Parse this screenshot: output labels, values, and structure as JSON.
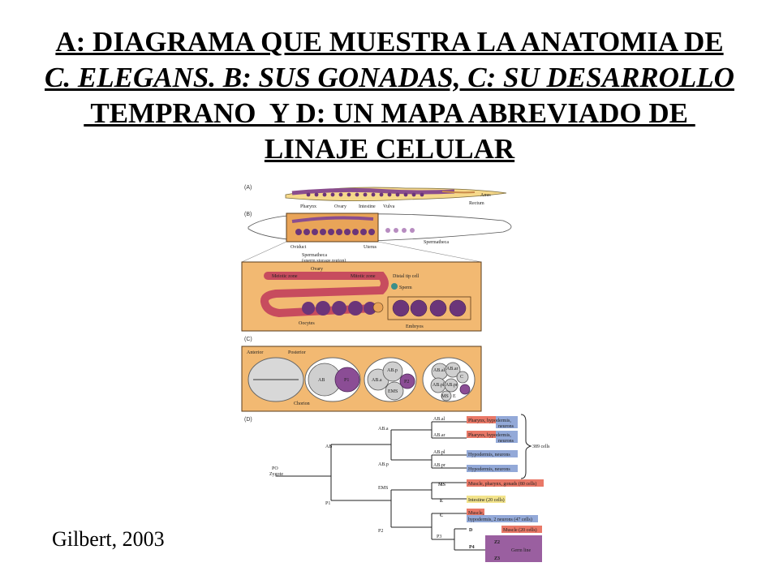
{
  "title": {
    "line1": "A: DIAGRAMA QUE MUESTRA LA ANATOMIA DE",
    "line2": "C. ELEGANS. B: SUS GONADAS, C: SU DESARROLLO",
    "line3": " TEMPRANO  Y D: UN MAPA ABREVIADO DE ",
    "line4": "LINAJE CELULAR"
  },
  "credit": "Gilbert, 2003",
  "panel_a": {
    "tag": "(A)",
    "labels": [
      "Pharynx",
      "Ovary",
      "Intestine",
      "Vulva",
      "Anus",
      "Rectum"
    ]
  },
  "panel_b": {
    "tag": "(B)",
    "labels": [
      "Oviduct",
      "Uterus",
      "Spermatheca",
      "Spermatheca",
      "(sperm storage region)"
    ],
    "detail_labels": [
      "Ovary",
      "Meiotic zone",
      "Mitotic zone",
      "Distal tip cell",
      "Sperm",
      "Oocytes",
      "Embryos"
    ]
  },
  "panel_c": {
    "tag": "(C)",
    "labels": [
      "Anterior",
      "Posterior",
      "Chorion"
    ],
    "cells": [
      "AB",
      "P1",
      "AB.a",
      "AB.p",
      "EMS",
      "P2",
      "AB.al",
      "AB.ar",
      "AB.pl",
      "AB.pr",
      "MS",
      "E",
      "C"
    ]
  },
  "panel_d": {
    "tag": "(D)",
    "root": [
      "PO",
      "Zygote"
    ],
    "nodes": [
      "AB",
      "P1",
      "AB.a",
      "AB.p",
      "EMS",
      "P2",
      "P3"
    ],
    "leaves": [
      "AB.al",
      "AB.ar",
      "AB.pl",
      "AB.pr",
      "MS",
      "E",
      "C",
      "D",
      "P4",
      "Z2",
      "Z3"
    ],
    "fates": [
      "Pharynx, hypodermis,",
      "neurons",
      "Pharynx, hypodermis,",
      "neurons",
      "Hypodermis, neurons",
      "Hypodermis, neurons",
      "Muscle, pharynx, gonads (80 cells)",
      "Intestine (20 cells)",
      "Muscle,",
      "hypodermis, 2 neurons (47 cells)",
      "Muscle (20 cells)",
      "Germ line"
    ],
    "brace": "389 cells"
  },
  "colors": {
    "ovary": "#e2a35c",
    "cell_purple": "#7b3e8e",
    "panel_bg": "#f2b972",
    "fate_red": "#e97867",
    "fate_blue": "#93a9d8",
    "fate_yellow": "#f3e48c",
    "germ_purple": "#9a5fa0"
  }
}
